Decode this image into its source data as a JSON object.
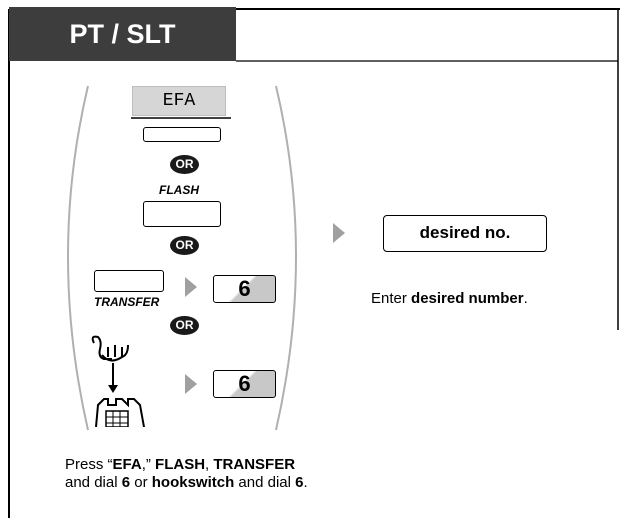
{
  "header": {
    "title": "PT / SLT"
  },
  "keys": {
    "efa_label": "EFA",
    "flash_label": "FLASH",
    "transfer_label": "TRANSFER",
    "or_label": "OR",
    "dial_digit": "6",
    "desired_label": "desired no."
  },
  "right_instruction": {
    "prefix": "Enter ",
    "bold": "desired number",
    "suffix": "."
  },
  "bottom_instruction": {
    "line1": [
      {
        "text": "Press “",
        "bold": false
      },
      {
        "text": "EFA",
        "bold": true
      },
      {
        "text": ",” ",
        "bold": false
      },
      {
        "text": "FLASH",
        "bold": true
      },
      {
        "text": ", ",
        "bold": false
      },
      {
        "text": "TRANSFER",
        "bold": true
      }
    ],
    "line2": [
      {
        "text": "and dial ",
        "bold": false
      },
      {
        "text": "6",
        "bold": true
      },
      {
        "text": " or ",
        "bold": false
      },
      {
        "text": "hookswitch",
        "bold": true
      },
      {
        "text": " and dial ",
        "bold": false
      },
      {
        "text": "6",
        "bold": true
      },
      {
        "text": ".",
        "bold": false
      }
    ]
  },
  "colors": {
    "header_bg": "#3d3d3d",
    "arrow_gray": "#a0a0a0",
    "key_shade": "#c8c8c8",
    "or_badge": "#1a1a1a"
  }
}
